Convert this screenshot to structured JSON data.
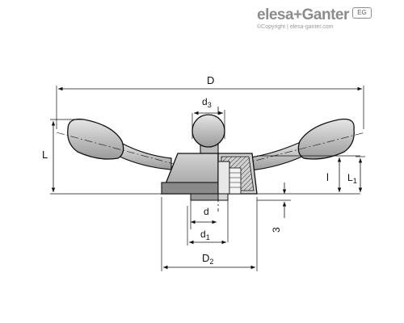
{
  "brand": {
    "logo_text": "elesa+Ganter",
    "logo_badge": "EG",
    "copyright": "©Copyright | elesa-ganter.com"
  },
  "dimensions": {
    "D": "D",
    "d3": "d3",
    "L": "L",
    "l": "l",
    "L1": "L1",
    "d": "d",
    "d1": "d1",
    "D2": "D2",
    "three": "3"
  },
  "colors": {
    "line": "#111111",
    "body_fill": "#bdbdbd",
    "section_fill": "#c9c9c9",
    "logo": "#8c8c8c"
  }
}
